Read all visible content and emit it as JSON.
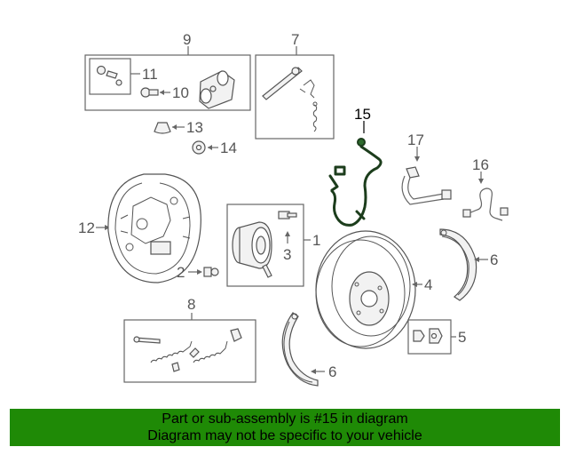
{
  "callouts": {
    "c9": "9",
    "c7": "7",
    "c11": "11",
    "c10": "10",
    "c15": "15",
    "c17": "17",
    "c13": "13",
    "c14": "14",
    "c16": "16",
    "c12": "12",
    "c3": "3",
    "c1": "1",
    "c6a": "6",
    "c2": "2",
    "c4": "4",
    "c8": "8",
    "c5": "5",
    "c6b": "6"
  },
  "highlighted_part": "15",
  "highlight_color": "#1c3d1c",
  "footer": {
    "line1": "Part or sub-assembly is #15 in diagram",
    "line2": "Diagram may not be specific to your vehicle",
    "background": "#1f8a06"
  }
}
